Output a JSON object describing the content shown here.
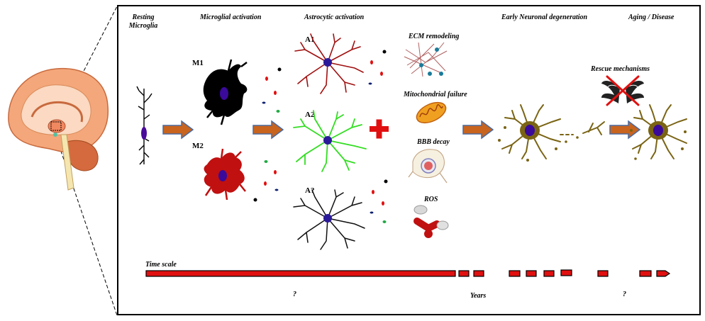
{
  "stages": {
    "resting": "Resting Microglia",
    "microglial": "Microglial activation",
    "astrocytic": "Astrocytic activation",
    "early_degeneration": "Early Neuronal degeneration",
    "aging": "Aging / Disease"
  },
  "cell_labels": {
    "m1": "M1",
    "m2": "M2",
    "a1": "A1",
    "a2": "A2",
    "a_unknown": "A?"
  },
  "factors": {
    "ecm": "ECM remodeling",
    "mito": "Mitochondrial failure",
    "bbb": "BBB decay",
    "ros": "ROS"
  },
  "rescue": "Rescue mechanisms",
  "timescale": {
    "label": "Time scale",
    "mark_left": "?",
    "mark_mid": "Years",
    "mark_right": "?"
  },
  "colors": {
    "arrow_fill": "#c8641e",
    "arrow_stroke": "#4a6aa0",
    "bar_red": "#e01010",
    "m1": "#000000",
    "m2": "#c01010",
    "a1": "#a01010",
    "a2": "#33dd22",
    "a_unknown": "#111111",
    "neuron": "#7a6414",
    "nucleus": "#3a0a9a",
    "plus": "#e01010"
  }
}
